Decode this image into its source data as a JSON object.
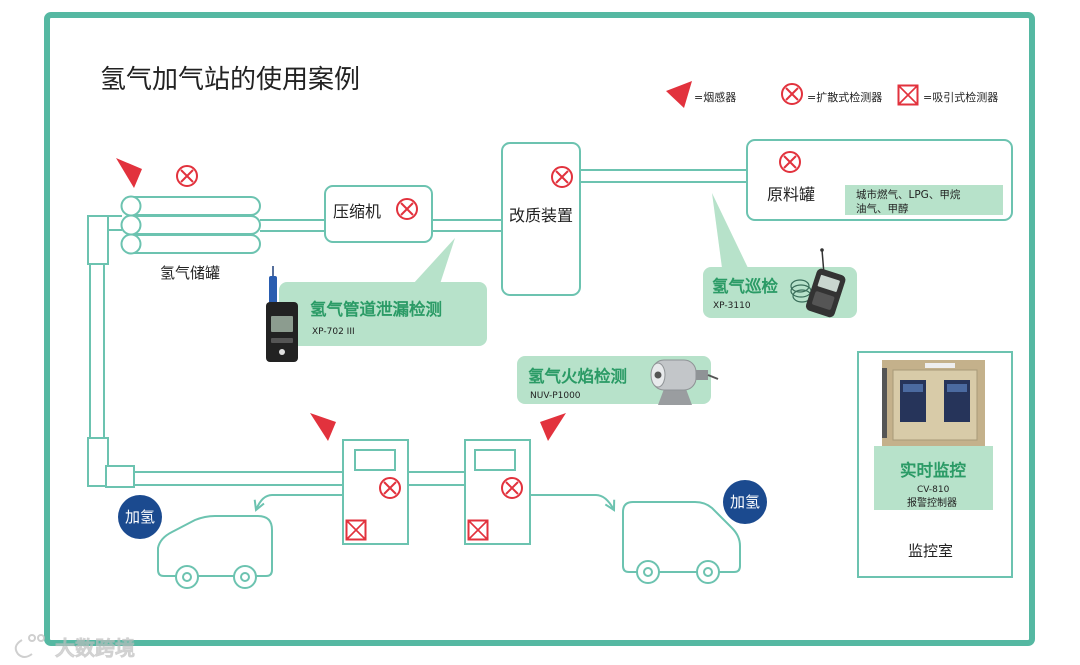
{
  "title": "氢气加气站的使用案例",
  "legend": {
    "smoke_sensor": {
      "icon": "smoke-sensor-icon",
      "label": "=烟感器"
    },
    "diffusion_detector": {
      "icon": "diffusion-detector-icon",
      "label": "=扩散式检测器"
    },
    "suction_detector": {
      "icon": "suction-detector-icon",
      "label": "=吸引式检测器"
    }
  },
  "equipment": {
    "storage_tank": "氢气储罐",
    "compressor": "压缩机",
    "reformer": "改质装置",
    "feed_tank": "原料罐",
    "feed_tank_contents": [
      "城市燃气、LPG、甲烷",
      "油气、甲醇"
    ],
    "control_room": "监控室"
  },
  "callouts": {
    "pipe_leak": {
      "title": "氢气管道泄漏检测",
      "model": "XP-702 III"
    },
    "patrol": {
      "title": "氢气巡检",
      "model": "XP-3110"
    },
    "flame": {
      "title": "氢气火焰检测",
      "model": "NUV-P1000"
    },
    "monitoring": {
      "title": "实时监控",
      "model": "CV-810",
      "description": "报警控制器"
    }
  },
  "refuel_badges": [
    "加氢",
    "加氢"
  ],
  "watermark": "大数跨境",
  "colors": {
    "frame": "#55b8a2",
    "pipe": "#6cc3b0",
    "callout_bg": "#b7e2ca",
    "callout_text": "#2b9b66",
    "detector_red": "#e2323d",
    "badge_blue": "#1b4a8f"
  }
}
